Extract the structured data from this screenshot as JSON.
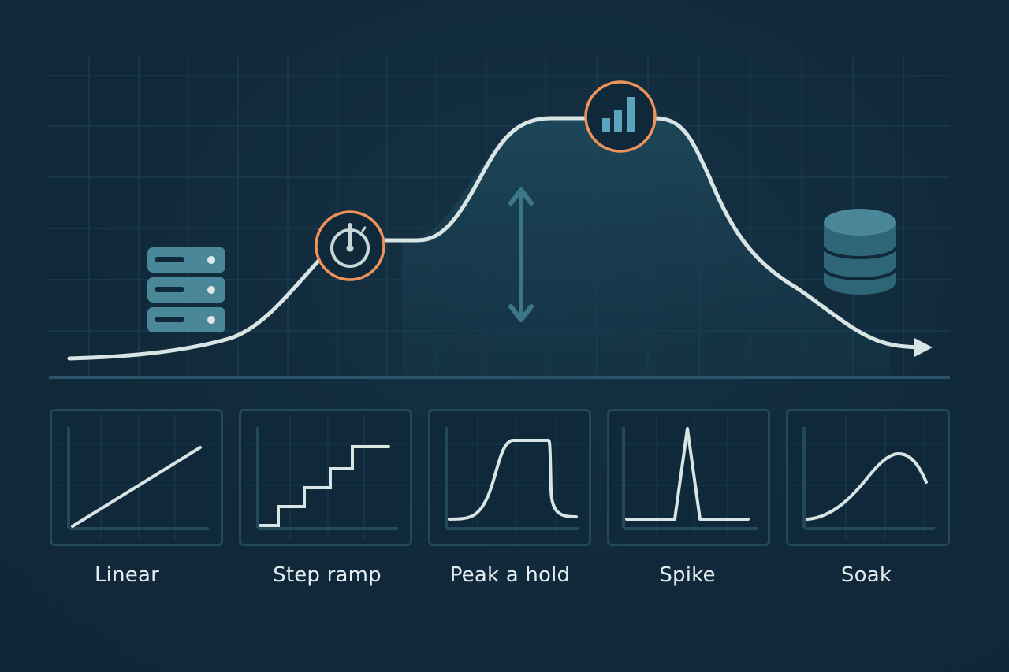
{
  "diagram": {
    "title": "",
    "type": "load-test-profile-illustration",
    "colors": {
      "background": "#10293a",
      "grid": "#1d3e50",
      "curve": "#d9e4e4",
      "accent_orange": "#f0935a",
      "icon_teal": "#4a8799",
      "icon_teal_dark": "#2e6577",
      "area_fill": "#1c4558",
      "panel_border": "#22485a",
      "label_text": "#e3ecee"
    },
    "main_curve": {
      "description": "Load profile curve: low baseline, ramp up, plateau, ramp to peak, hold, descent, tail arrow",
      "has_arrowhead": true,
      "annotations": [
        {
          "name": "server-rack-icon",
          "position": "left of ramp-up"
        },
        {
          "name": "stopwatch-icon",
          "position": "first plateau",
          "ring_color": "#f0935a"
        },
        {
          "name": "vertical-double-arrow-icon",
          "position": "under ramp to peak"
        },
        {
          "name": "bar-chart-icon",
          "position": "peak hold",
          "ring_color": "#f0935a"
        },
        {
          "name": "database-icon",
          "position": "right of descent"
        }
      ]
    },
    "patterns": [
      {
        "label": "Linear",
        "shape": "linear"
      },
      {
        "label": "Step ramp",
        "shape": "step"
      },
      {
        "label": "Peak a hold",
        "shape": "peak-hold"
      },
      {
        "label": "Spike",
        "shape": "spike"
      },
      {
        "label": "Soak",
        "shape": "soak"
      }
    ]
  }
}
